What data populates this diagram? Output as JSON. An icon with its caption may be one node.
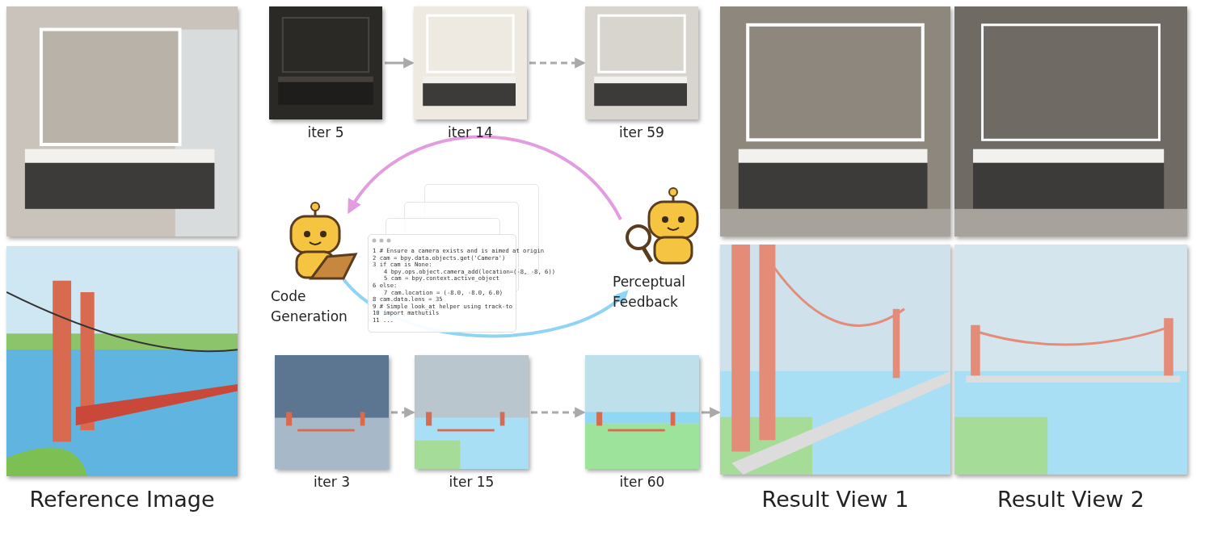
{
  "diagram": {
    "nodes": [
      {
        "text": [],
        "shape": "picture"
      },
      {
        "text": [],
        "shape": "picture",
        "beside": [
          "iter 5"
        ]
      },
      {
        "text": [],
        "shape": "picture",
        "beside": [
          "iter 14"
        ]
      },
      {
        "text": [],
        "shape": "picture",
        "beside": [
          "iter 59"
        ]
      },
      {
        "text": [],
        "shape": "picture"
      },
      {
        "text": [],
        "shape": "picture"
      },
      {
        "text": [
          "Code Generation"
        ]
      },
      {
        "text": [
          "Perceptual Feedback"
        ]
      },
      {
        "text": [],
        "shape": "picture"
      },
      {
        "text": [],
        "shape": "picture",
        "beside": [
          "iter 3"
        ]
      },
      {
        "text": [],
        "shape": "picture",
        "beside": [
          "iter 15"
        ]
      },
      {
        "text": [],
        "shape": "picture",
        "beside": [
          "iter 60"
        ]
      },
      {
        "text": [],
        "shape": "picture"
      },
      {
        "text": [],
        "shape": "picture"
      }
    ],
    "edges": [
      {
        "from": 1,
        "to": 2,
        "arrow": "to"
      },
      {
        "from": 2,
        "to": 3,
        "arrow": "to",
        "style": "dashed"
      },
      {
        "from": 7,
        "to": 6,
        "arrow": "to",
        "color": "#e39ce0"
      },
      {
        "from": 6,
        "to": 7,
        "arrow": "to",
        "color": "#8fd4f5"
      },
      {
        "from": 9,
        "to": 10,
        "arrow": "to",
        "style": "dashed"
      },
      {
        "from": 10,
        "to": 11,
        "arrow": "to",
        "style": "dashed"
      },
      {
        "from": 11,
        "to": 12,
        "arrow": "to"
      }
    ],
    "labels": [
      "1 # Ensure a camera exists and is aimed at origin",
      "2 cam = bpy.data.objects.get('Camera')",
      "3 if cam is None:",
      "4 bpy.ops.object.camera_add(location=(-8, -8, 6))",
      "5 cam = bpy.context.active_object",
      "6 else:",
      "7 cam.location = (-8.0, -8.0, 6.0)",
      "8 cam.data.lens = 35",
      "9 # Simple look_at helper using track-to",
      "10 import mathutils",
      "11 ...",
      "Reference Image",
      "Result View 1",
      "Result View 2"
    ]
  }
}
